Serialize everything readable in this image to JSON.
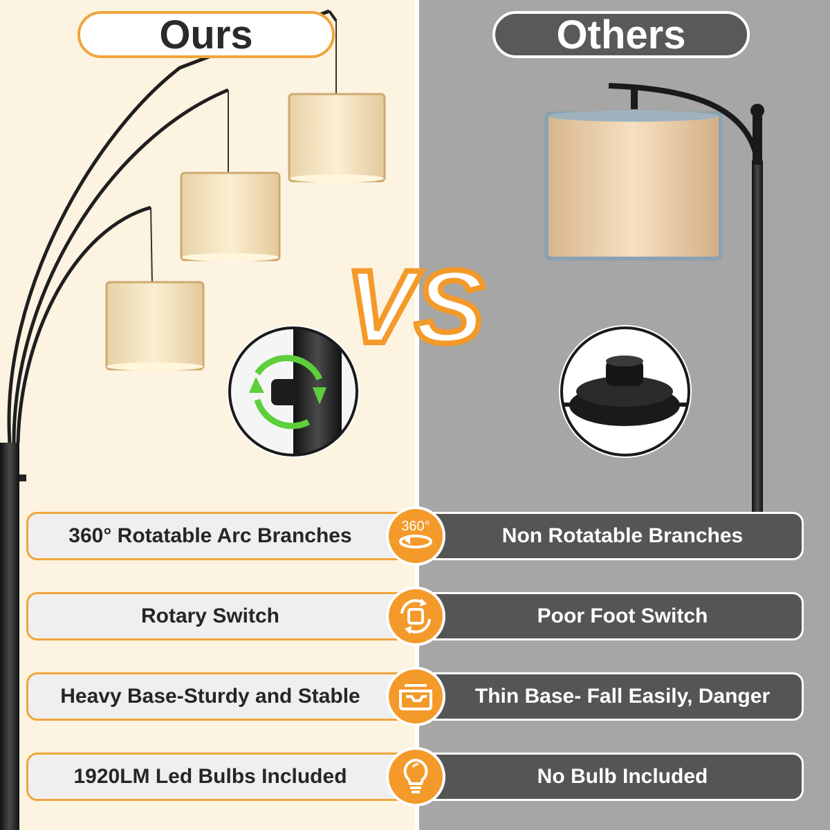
{
  "header": {
    "ours_label": "Ours",
    "others_label": "Others"
  },
  "vs_text": "VS",
  "rows": [
    {
      "ours": "360° Rotatable Arc Branches",
      "others": "Non Rotatable Branches",
      "icon": "360-rotate-icon",
      "icon_text": "360°"
    },
    {
      "ours": "Rotary Switch",
      "others": "Poor Foot Switch",
      "icon": "rotary-switch-icon"
    },
    {
      "ours": "Heavy Base-Sturdy and Stable",
      "others": "Thin Base- Fall Easily, Danger",
      "icon": "base-icon"
    },
    {
      "ours": "1920LM Led Bulbs Included",
      "others": "No Bulb Included",
      "icon": "bulb-icon"
    }
  ],
  "colors": {
    "accent_orange": "#f39a2a",
    "left_bg": "#fdf3e1",
    "right_bg": "#a6a6a6",
    "dark_pill": "#555555",
    "check_green": "#5ccf3a"
  }
}
